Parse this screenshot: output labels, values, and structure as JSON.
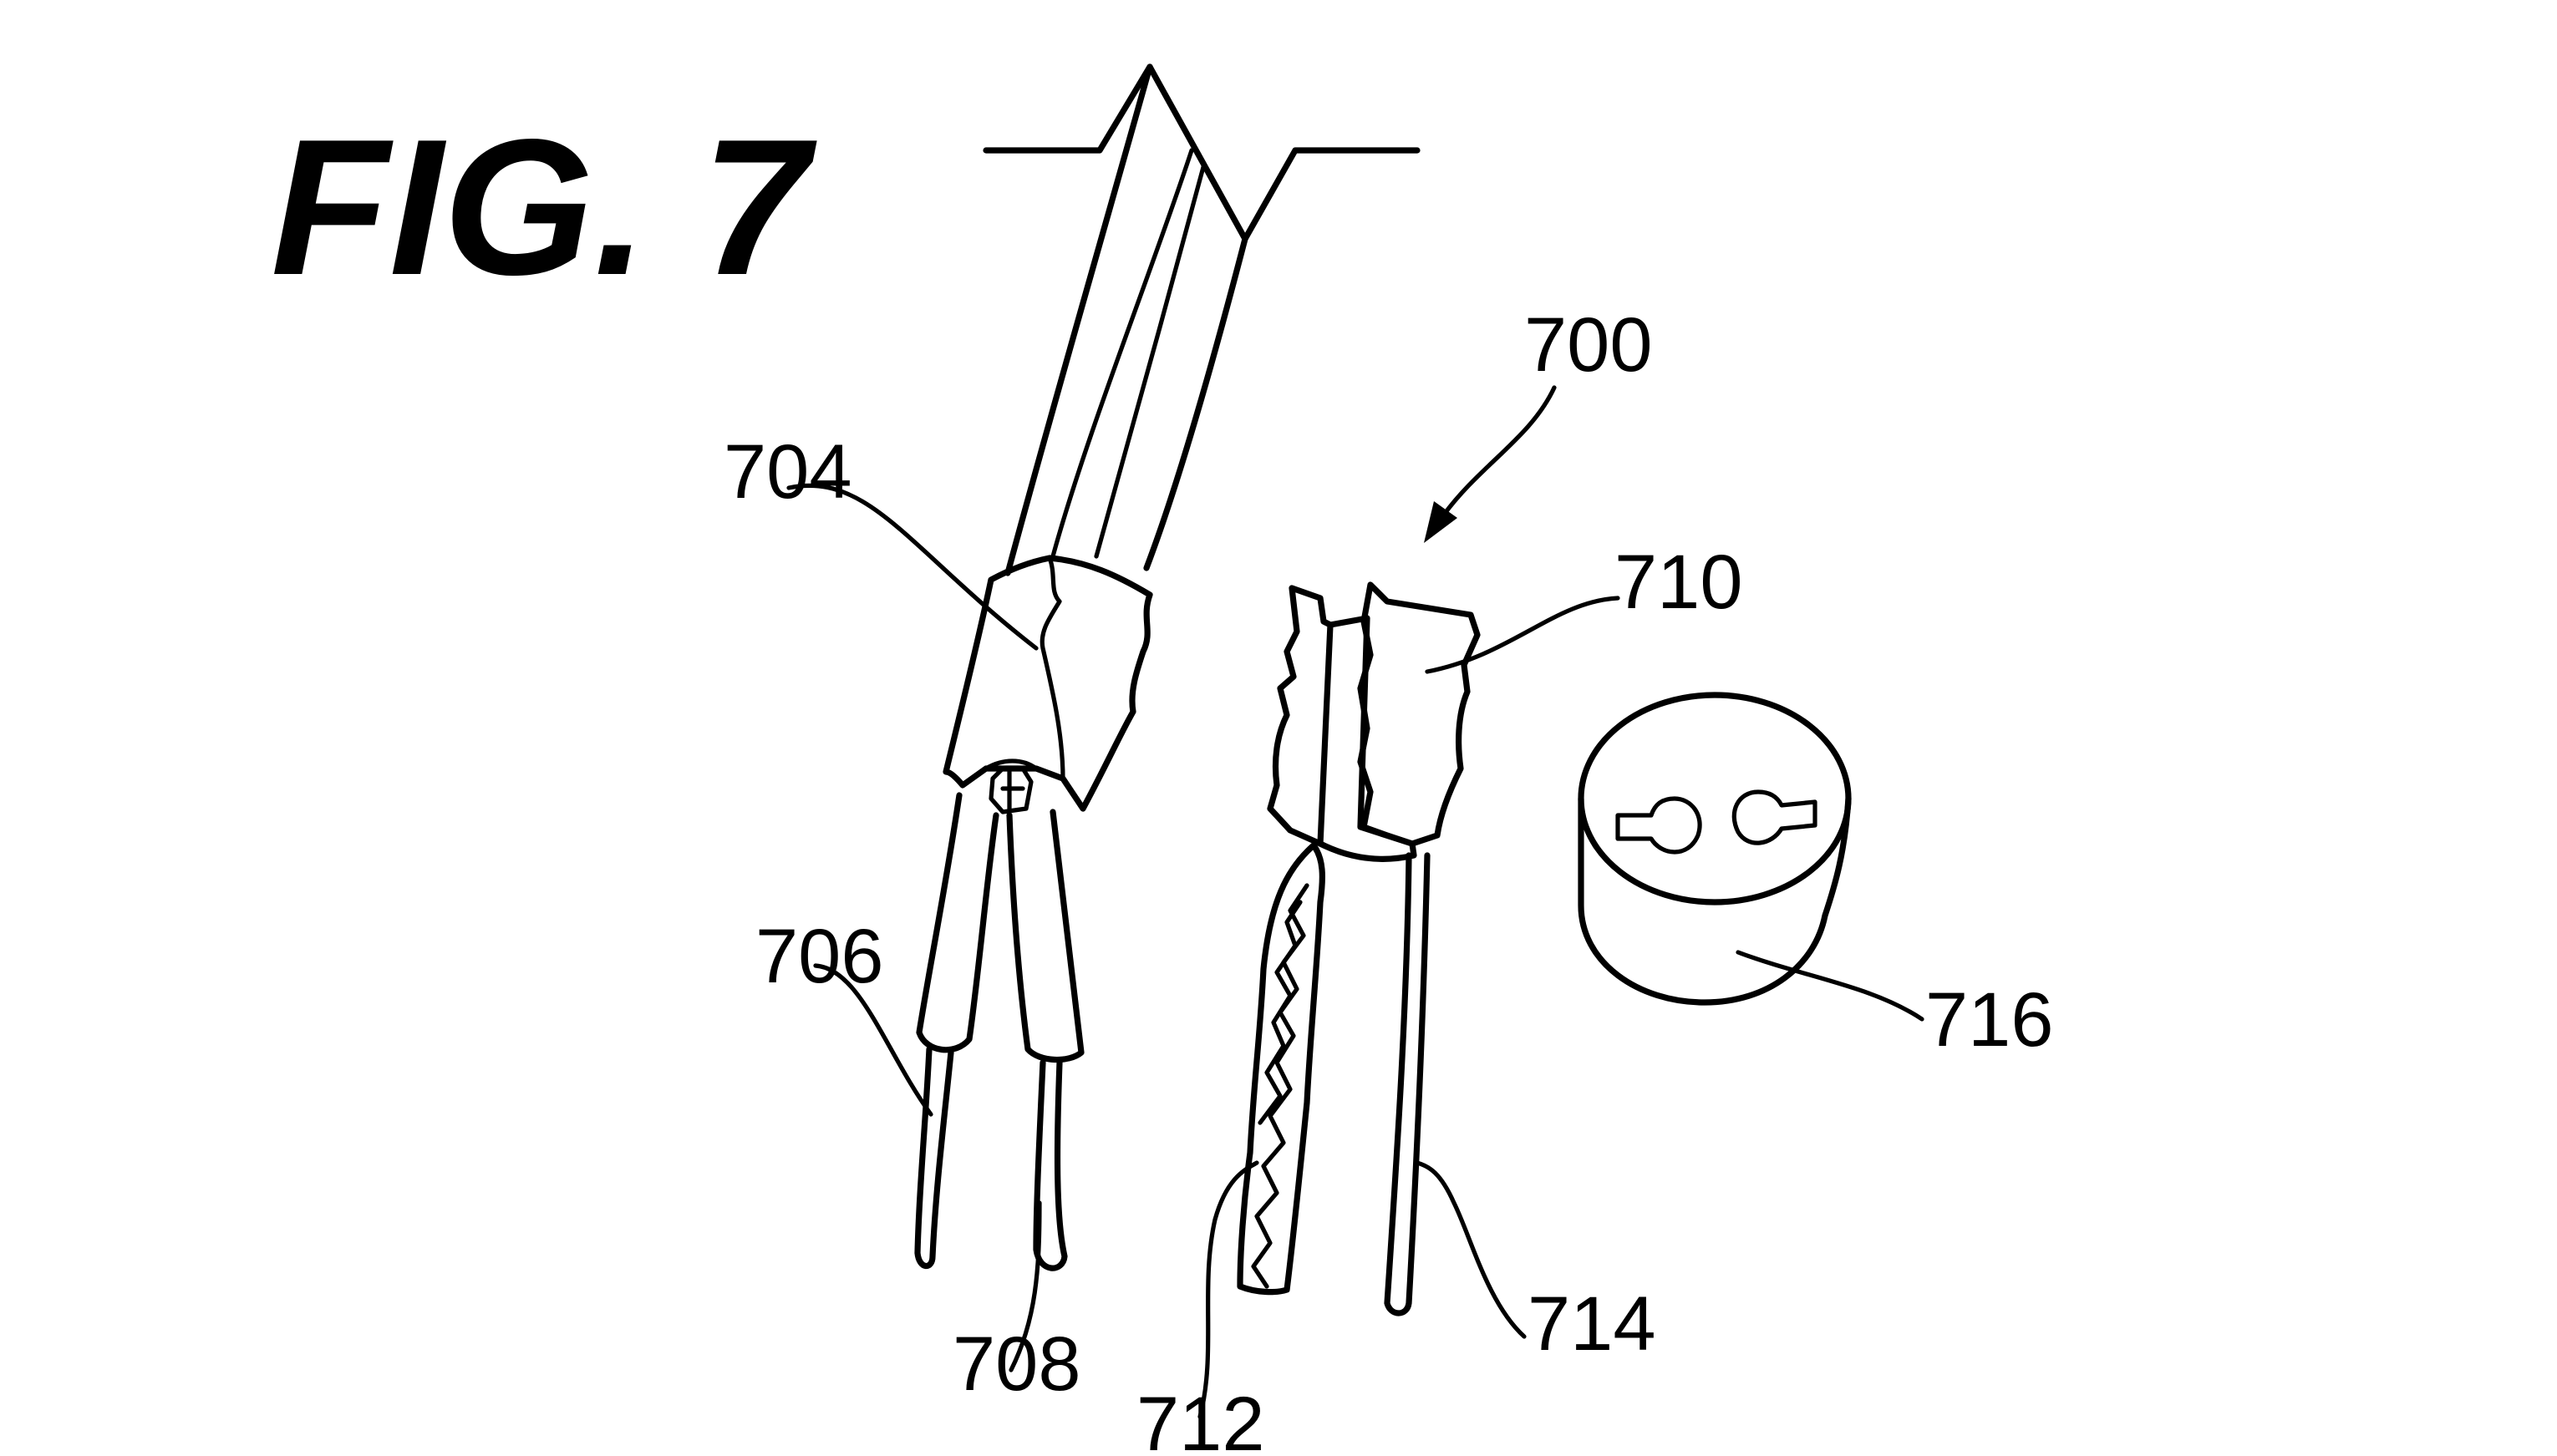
{
  "figure": {
    "title": "FIG. 7",
    "labels": {
      "assembly": "700",
      "sleeve": "704",
      "wire_left": "706",
      "wire_right": "708",
      "connector_sleeve": "710",
      "foil": "712",
      "pin": "714",
      "plug": "716"
    }
  },
  "colors": {
    "line": "#000000",
    "background": "#ffffff"
  }
}
